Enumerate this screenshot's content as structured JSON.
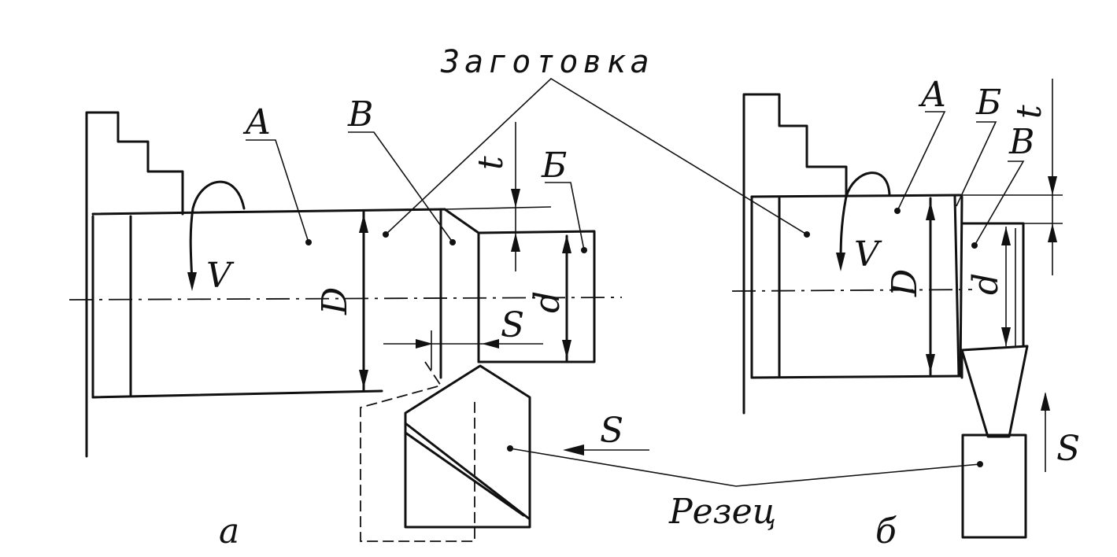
{
  "labels": {
    "workpiece": "Заготовка",
    "cutter": "Резец",
    "fig_a": "а",
    "fig_b": "б"
  },
  "fig_a": {
    "surface_a": "A",
    "surface_b": "B",
    "surface_c": "Б",
    "rotation": "V",
    "diameter_big": "D",
    "diameter_small": "d",
    "depth": "t",
    "feed_axial": "S",
    "feed_tool": "S"
  },
  "fig_b": {
    "surface_a": "A",
    "surface_b": "Б",
    "surface_c": "B",
    "rotation": "V",
    "diameter_big": "D",
    "diameter_small": "d",
    "depth": "t",
    "feed": "S"
  }
}
